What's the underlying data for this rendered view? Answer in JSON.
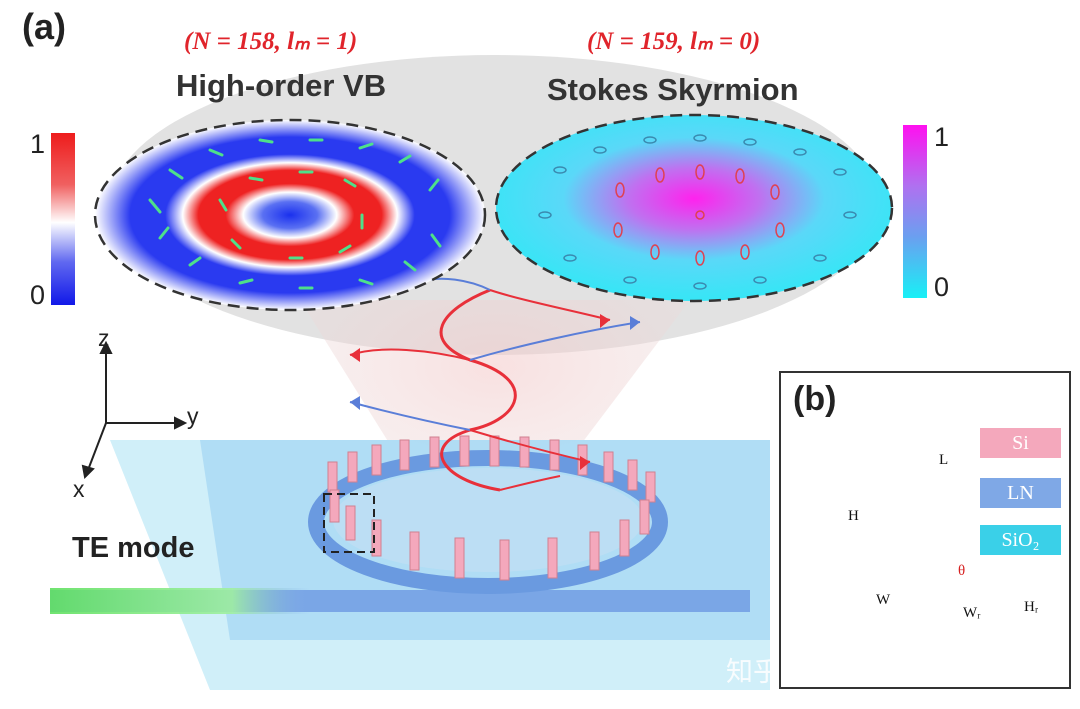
{
  "panel_a_label": "(a)",
  "panel_b_label": "(b)",
  "left_mode_label": "(N = 158, lₘ = 1)",
  "right_mode_label": "(N = 159, lₘ = 0)",
  "left_title": "High-order VB",
  "right_title": "Stokes Skyrmion",
  "left_colorbar": {
    "max": "1",
    "min": "0",
    "top_color": "#ee1c1c",
    "mid_color": "#ffffff",
    "bottom_color": "#1118e8"
  },
  "right_colorbar": {
    "max": "1",
    "min": "0",
    "top_color": "#ff10f0",
    "bottom_color": "#18f0f6"
  },
  "axes": {
    "z": "z",
    "y": "y",
    "x": "x"
  },
  "input_label": "TE mode",
  "materials": {
    "si": "Si",
    "ln": "LN",
    "sio2": "SiO₂"
  },
  "dimensions": {
    "L": "L",
    "H": "H",
    "theta": "θ",
    "W": "W",
    "Wr": "Wᵣ",
    "Hr": "Hᵣ"
  },
  "watermark": "知乎 @中国激光杂志社",
  "colors": {
    "si": "#f4a8bc",
    "ln": "#7fa8e6",
    "sio2": "#3ad0e8",
    "red_arrow": "#e8303a",
    "blue_arrow": "#5a7ed8",
    "green_bar": "#4ee08a"
  }
}
